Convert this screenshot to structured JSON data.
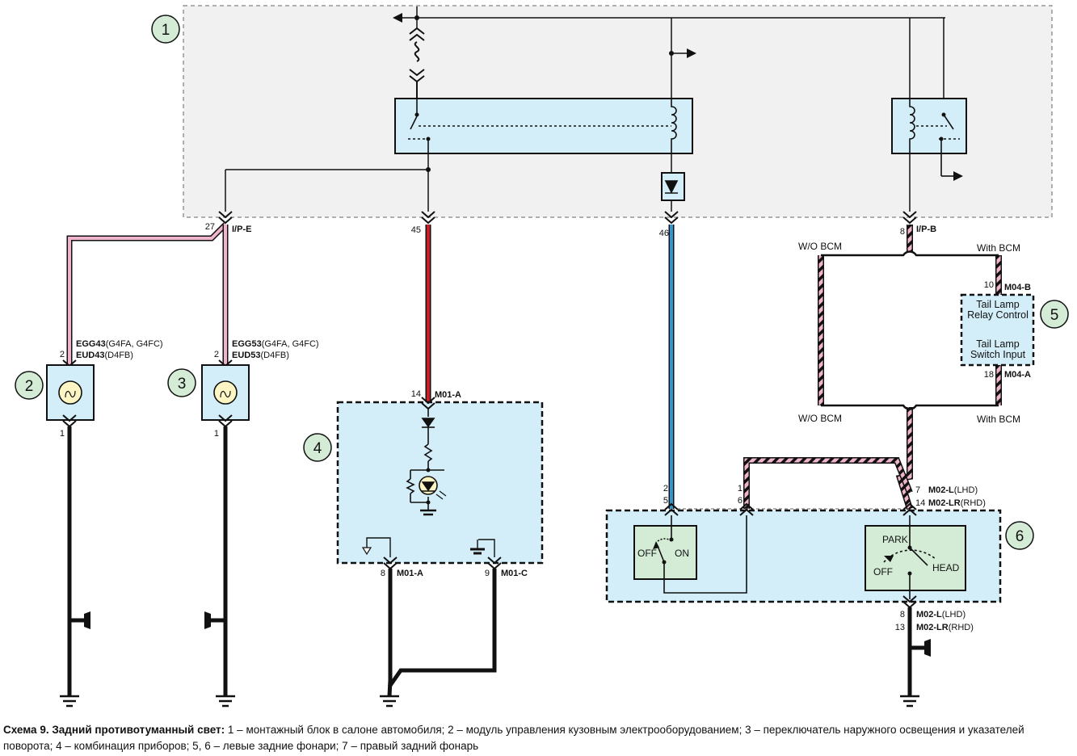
{
  "callouts": [
    "1",
    "2",
    "3",
    "4",
    "5",
    "6"
  ],
  "pins": {
    "p27": "27",
    "p45": "45",
    "p46": "46",
    "p8top": "8",
    "lamp2_top": "2",
    "lamp2_bot": "1",
    "lamp3_top": "2",
    "lamp3_bot": "1",
    "p14": "14",
    "p8bot": "8",
    "p9": "9",
    "p2": "2",
    "p5": "5",
    "p1": "1",
    "p6": "6",
    "p7": "7",
    "p14b": "14",
    "p8g": "8",
    "p13g": "13",
    "p10": "10",
    "p18": "18"
  },
  "connectors": {
    "ip_e": "I/P-E",
    "ip_b": "I/P-B",
    "egg43": "EGG43",
    "egg43_note": "(G4FA, G4FC)",
    "eud43": "EUD43",
    "eud43_note": "(D4FB)",
    "egg53": "EGG53",
    "egg53_note": "(G4FA, G4FC)",
    "eud53": "EUD53",
    "eud53_note": "(D4FB)",
    "m01a_top": "M01-A",
    "m01a_bot": "M01-A",
    "m01c": "M01-C",
    "m02l": "M02-L",
    "m02l_note": "(LHD)",
    "m02lr": "M02-LR",
    "m02lr_note": "(RHD)",
    "m02l_b": "M02-L",
    "m02l_b_note": "(LHD)",
    "m02lr_b": "M02-LR",
    "m02lr_b_note": "(RHD)",
    "m04b": "M04-B",
    "m04a": "M04-A"
  },
  "labels": {
    "wo_bcm_top": "W/O BCM",
    "with_bcm_top": "With BCM",
    "wo_bcm_bot": "W/O BCM",
    "with_bcm_bot": "With BCM",
    "bcm_line1": "Tail Lamp",
    "bcm_line2": "Relay Control",
    "bcm_line3": "Tail Lamp",
    "bcm_line4": "Switch Input",
    "sw_off": "OFF",
    "sw_on": "ON",
    "sw_park": "PARK",
    "sw_off2": "OFF",
    "sw_head": "HEAD"
  },
  "caption": {
    "title": "Схема 9. Задний противотуманный свет:",
    "text": " 1 – монтажный блок в салоне автомобиля; 2 – модуль управления кузовным электрооборудованием; 3 – переключатель наружного освещения и указателей поворота; 4 – комбинация приборов; 5, 6 – левые задние фонари; 7 – правый задний фонарь"
  },
  "colors": {
    "box_fill": "#d3eef8",
    "callout_fill": "#d4ecd6",
    "switch_fill": "#d4ecd6",
    "wire_pink": "#f0b5cc",
    "wire_red": "#c8202a",
    "wire_blue": "#2f96d0",
    "wire_black": "#111111"
  }
}
